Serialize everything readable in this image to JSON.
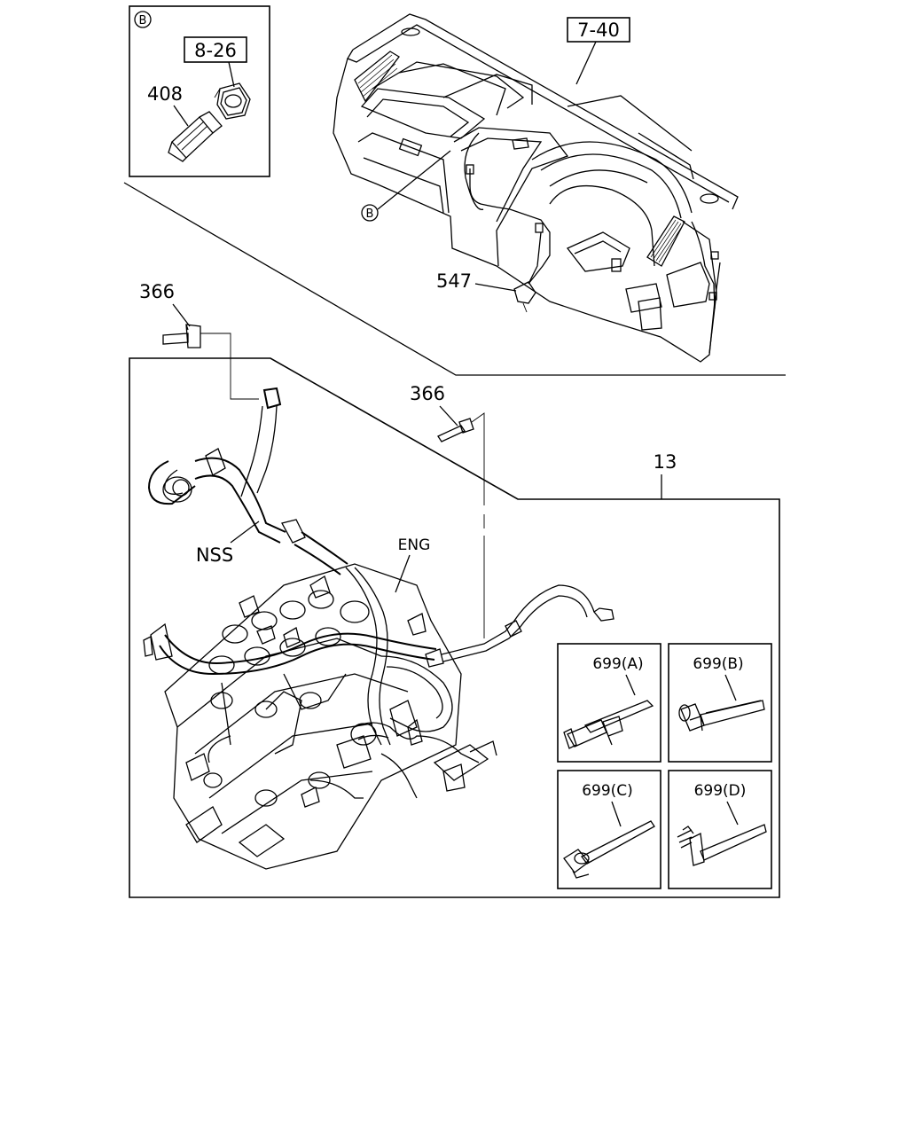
{
  "inset_b": {
    "marker": "B",
    "ref_box": "8-26",
    "part_408": "408"
  },
  "dashboard": {
    "ref_box": "7-40",
    "marker_b": "B",
    "part_547": "547"
  },
  "harness": {
    "part_366_a": "366",
    "part_366_b": "366",
    "part_13": "13",
    "label_nss": "NSS",
    "label_eng": "ENG"
  },
  "clips": {
    "a": "699(A)",
    "b": "699(B)",
    "c": "699(C)",
    "d": "699(D)"
  }
}
